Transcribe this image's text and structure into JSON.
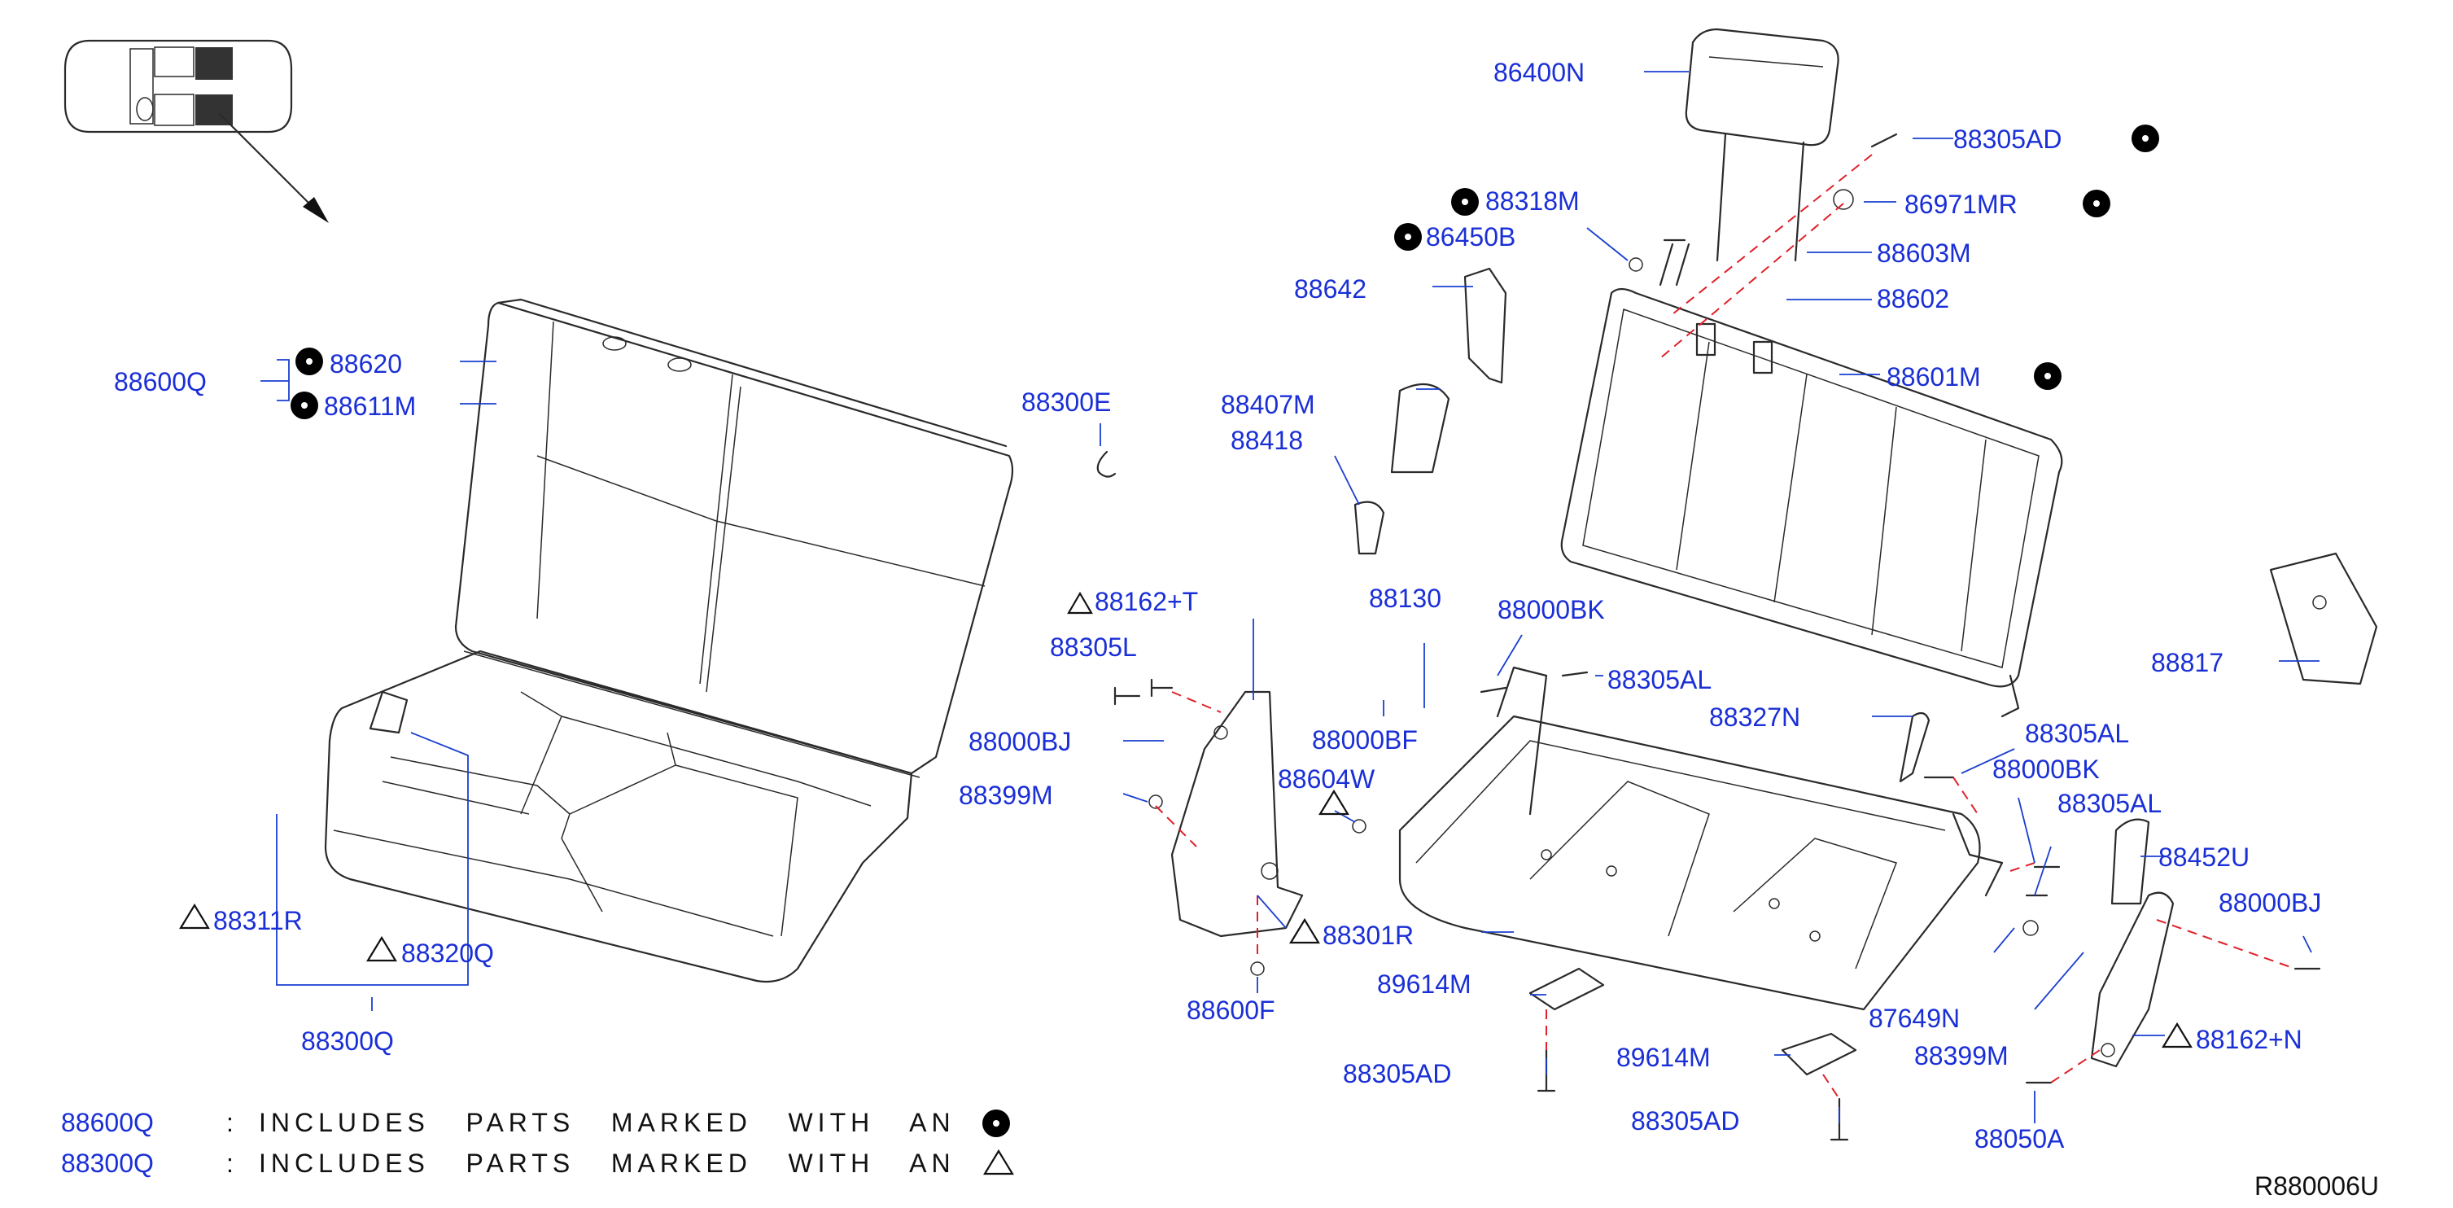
{
  "diagram_code": "R880006U",
  "legend": [
    {
      "part": "88600Q",
      "sep": ":",
      "text": "INCLUDES   PARTS   MARKED   WITH   AN",
      "marker": "dot"
    },
    {
      "part": "88300Q",
      "sep": ":",
      "text": "INCLUDES   PARTS   MARKED   WITH   AN",
      "marker": "triangle"
    }
  ],
  "labels": {
    "p86400N": "86400N",
    "p88305AD_top": "88305AD",
    "p88318M": "88318M",
    "p86971MR": "86971MR",
    "p86450B": "86450B",
    "p88603M": "88603M",
    "p88602": "88602",
    "p88642": "88642",
    "p88601M": "88601M",
    "p88620": "88620",
    "p88600Q": "88600Q",
    "p88611M": "88611M",
    "p88300E": "88300E",
    "p88407M": "88407M",
    "p88418": "88418",
    "p88162T": "88162+T",
    "p88305L": "88305L",
    "p88130": "88130",
    "p88000BK_a": "88000BK",
    "p88305AL_a": "88305AL",
    "p88817": "88817",
    "p88000BJ_a": "88000BJ",
    "p88000BF": "88000BF",
    "p88327N": "88327N",
    "p88305AL_b": "88305AL",
    "p88604W": "88604W",
    "p88399M_a": "88399M",
    "p88000BK_b": "88000BK",
    "p88305AL_c": "88305AL",
    "p88452U": "88452U",
    "p88311R": "88311R",
    "p88320Q": "88320Q",
    "p88301R": "88301R",
    "p88000BJ_b": "88000BJ",
    "p88600F": "88600F",
    "p89614M_a": "89614M",
    "p87649N": "87649N",
    "p88300Q": "88300Q",
    "p88399M_b": "88399M",
    "p88162N": "88162+N",
    "p88305AD_a": "88305AD",
    "p89614M_b": "89614M",
    "p88305AD_b": "88305AD",
    "p88050A": "88050A"
  }
}
